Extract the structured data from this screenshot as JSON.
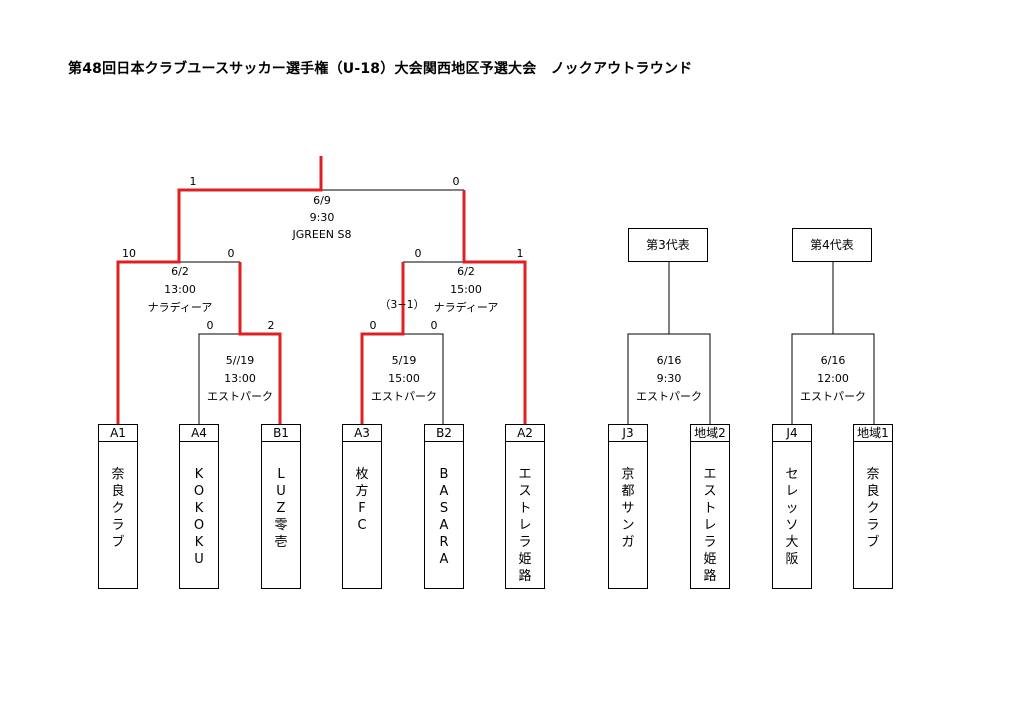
{
  "title": "第48回日本クラブユースサッカー選手権（U-18）大会関西地区予選大会　ノックアウトラウンド",
  "colors": {
    "winner_line": "#e02020",
    "line": "#000000"
  },
  "teams": [
    {
      "code": "A1",
      "name": "奈良クラブ"
    },
    {
      "code": "A4",
      "name": "KOKOKU"
    },
    {
      "code": "B1",
      "name": "LUZ零壱"
    },
    {
      "code": "A3",
      "name": "枚方FC"
    },
    {
      "code": "B2",
      "name": "BASARA"
    },
    {
      "code": "A2",
      "name": "エストレラ姫路"
    },
    {
      "code": "J3",
      "name": "京都サンガ"
    },
    {
      "code": "地域2",
      "name": "エストレラ姫路"
    },
    {
      "code": "J4",
      "name": "セレッソ大阪"
    },
    {
      "code": "地域1",
      "name": "奈良クラブ"
    }
  ],
  "matches": {
    "r1a": {
      "date": "5//19",
      "time": "13:00",
      "venue": "エストパーク",
      "score_left": "0",
      "score_right": "2"
    },
    "r1b": {
      "date": "5/19",
      "time": "15:00",
      "venue": "エストパーク",
      "score_left": "0",
      "score_right": "0",
      "pk": "（3−1）"
    },
    "sfa": {
      "date": "6/2",
      "time": "13:00",
      "venue": "ナラディーア",
      "score_left": "10",
      "score_right": "0"
    },
    "sfb": {
      "date": "6/2",
      "time": "15:00",
      "venue": "ナラディーア",
      "score_left": "0",
      "score_right": "1"
    },
    "final": {
      "date": "6/9",
      "time": "9:30",
      "venue": "JGREEN S8",
      "score_left": "1",
      "score_right": "0"
    },
    "rep3": {
      "date": "6/16",
      "time": "9:30",
      "venue": "エストパーク"
    },
    "rep4": {
      "date": "6/16",
      "time": "12:00",
      "venue": "エストパーク"
    }
  },
  "rep_labels": {
    "rep3": "第3代表",
    "rep4": "第4代表"
  }
}
